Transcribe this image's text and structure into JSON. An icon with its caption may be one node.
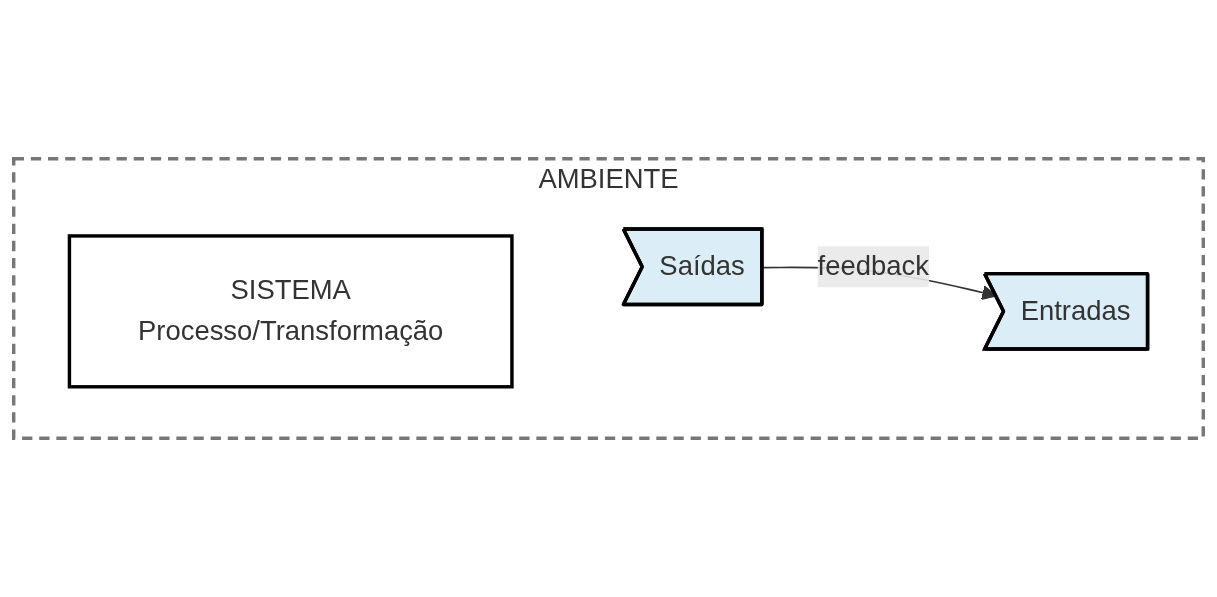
{
  "diagram": {
    "nodes": [
      {
        "text": [
          "AMBIENTE"
        ]
      },
      {
        "text": [
          "SISTEMA",
          "Processo/Transformação"
        ],
        "in": 0
      },
      {
        "text": [
          "Entradas"
        ],
        "in": 0
      },
      {
        "text": [
          "Saídas"
        ],
        "in": 0
      }
    ],
    "edges": [
      {
        "from": 3,
        "to": 2,
        "arrow": "to",
        "label": "feedback"
      }
    ]
  }
}
